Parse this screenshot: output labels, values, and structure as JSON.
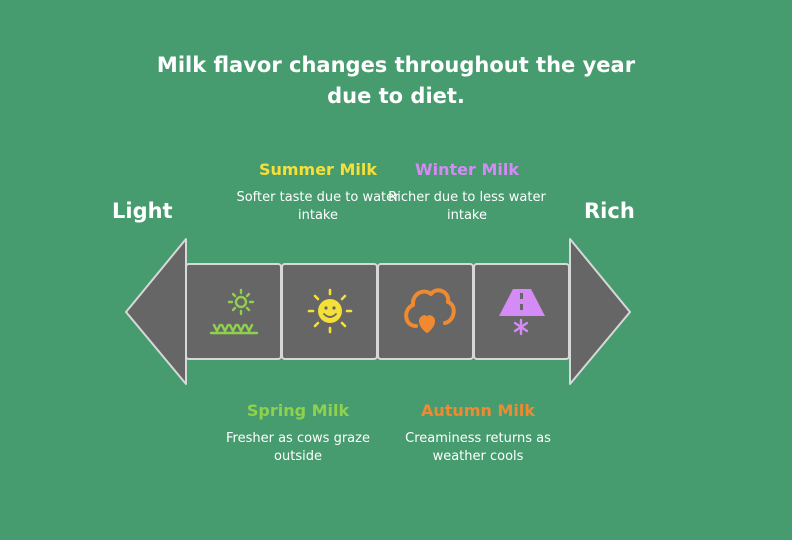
{
  "title_line1": "Milk flavor changes throughout the year",
  "title_line2": "due to diet.",
  "axis": {
    "left_label": "Light",
    "right_label": "Rich"
  },
  "seasons": [
    {
      "name": "Spring Milk",
      "description": "Fresher as cows graze outside",
      "color": "#8fd14f",
      "icon": "sprout-sun-icon"
    },
    {
      "name": "Summer Milk",
      "description": "Softer taste due to water intake",
      "color": "#f5e03a",
      "icon": "sun-icon"
    },
    {
      "name": "Autumn Milk",
      "description": "Creaminess returns as weather cools",
      "color": "#f08a30",
      "icon": "cloud-heart-icon"
    },
    {
      "name": "Winter Milk",
      "description": "Richer due to less water intake",
      "color": "#d48bf5",
      "icon": "snowy-road-icon"
    }
  ],
  "colors": {
    "background": "#469c6e",
    "arrow_fill": "#666666",
    "arrow_stroke": "#d8d8d8"
  }
}
